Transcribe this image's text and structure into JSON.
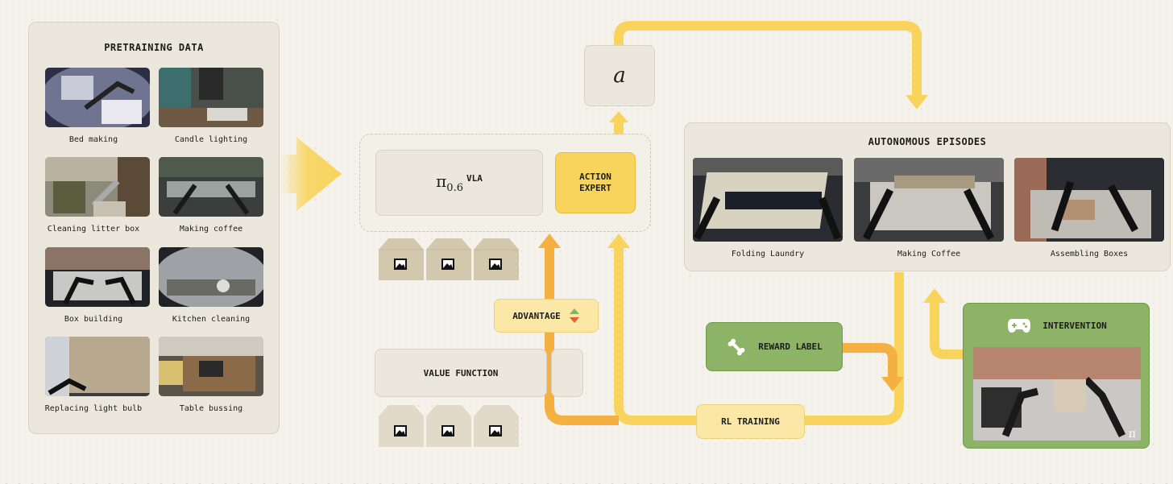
{
  "pretraining": {
    "title": "PRETRAINING DATA",
    "items": [
      {
        "label": "Bed making"
      },
      {
        "label": "Candle lighting"
      },
      {
        "label": "Cleaning litter box"
      },
      {
        "label": "Making coffee"
      },
      {
        "label": "Box building"
      },
      {
        "label": "Kitchen cleaning"
      },
      {
        "label": "Replacing light bulb"
      },
      {
        "label": "Table bussing"
      }
    ]
  },
  "policy": {
    "pi_symbol": "π",
    "pi_subscript": "0.6",
    "pi_suffix": "VLA",
    "action_expert_line1": "ACTION",
    "action_expert_line2": "EXPERT"
  },
  "action_symbol": "a",
  "advantage": {
    "label": "ADVANTAGE"
  },
  "value_function": {
    "label": "VALUE FUNCTION"
  },
  "autonomous": {
    "title": "AUTONOMOUS EPISODES",
    "episodes": [
      {
        "label": "Folding Laundry"
      },
      {
        "label": "Making Coffee"
      },
      {
        "label": "Assembling Boxes"
      }
    ]
  },
  "reward_label": {
    "label": "REWARD LABEL",
    "icon": "bone-icon"
  },
  "rl_training": {
    "label": "RL TRAINING"
  },
  "intervention": {
    "label": "INTERVENTION",
    "icon": "gamepad-icon",
    "watermark": "π"
  },
  "colors": {
    "yellow": "#f9d45c",
    "orange": "#f5b042",
    "green": "#8db367",
    "panel": "#ebe7dc",
    "tile": "#d2c8ae"
  }
}
